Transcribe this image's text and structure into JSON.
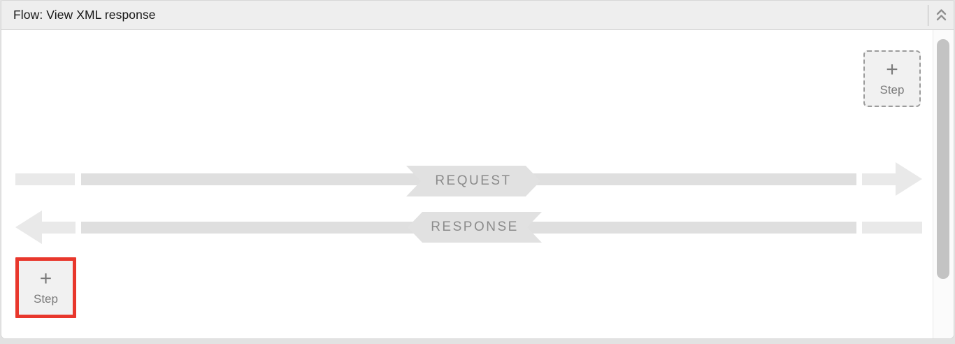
{
  "header": {
    "title": "Flow: View XML response",
    "collapse_icon": "chevron-double-up"
  },
  "flow": {
    "request_label": "REQUEST",
    "request_direction": "right",
    "response_label": "RESPONSE",
    "response_direction": "left"
  },
  "buttons": {
    "add_step_top": {
      "plus": "+",
      "label": "Step"
    },
    "add_step_bottom": {
      "plus": "+",
      "label": "Step",
      "highlighted": true
    }
  },
  "colors": {
    "highlight_red": "#e8372c",
    "header_bg": "#eeeeee",
    "bar_gray": "#dfdfdf",
    "stub_gray": "#e9e9e9",
    "banner_gray": "#e1e1e1",
    "banner_text_gray": "#8b8b8b",
    "button_text_gray": "#7a7a7a",
    "scrollbar_thumb_gray": "#c3c3c3"
  }
}
